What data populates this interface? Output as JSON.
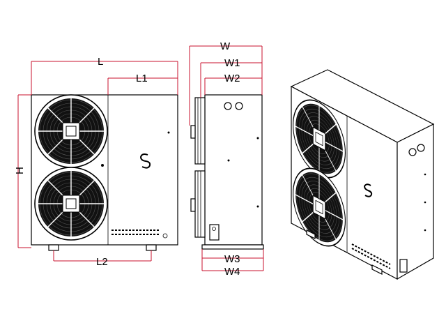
{
  "dimensions": {
    "L": "L",
    "L1": "L1",
    "L2": "L2",
    "H": "H",
    "W": "W",
    "W1": "W1",
    "W2": "W2",
    "W3": "W3",
    "W4": "W4"
  },
  "colors": {
    "dimension_line": "#c8102e",
    "outline": "#000000",
    "fan_grille": "#111111",
    "background": "#ffffff"
  },
  "views": [
    "front-view",
    "side-view",
    "isometric-view"
  ],
  "fans": {
    "front_view_count": 2,
    "isometric_view_count": 2
  }
}
